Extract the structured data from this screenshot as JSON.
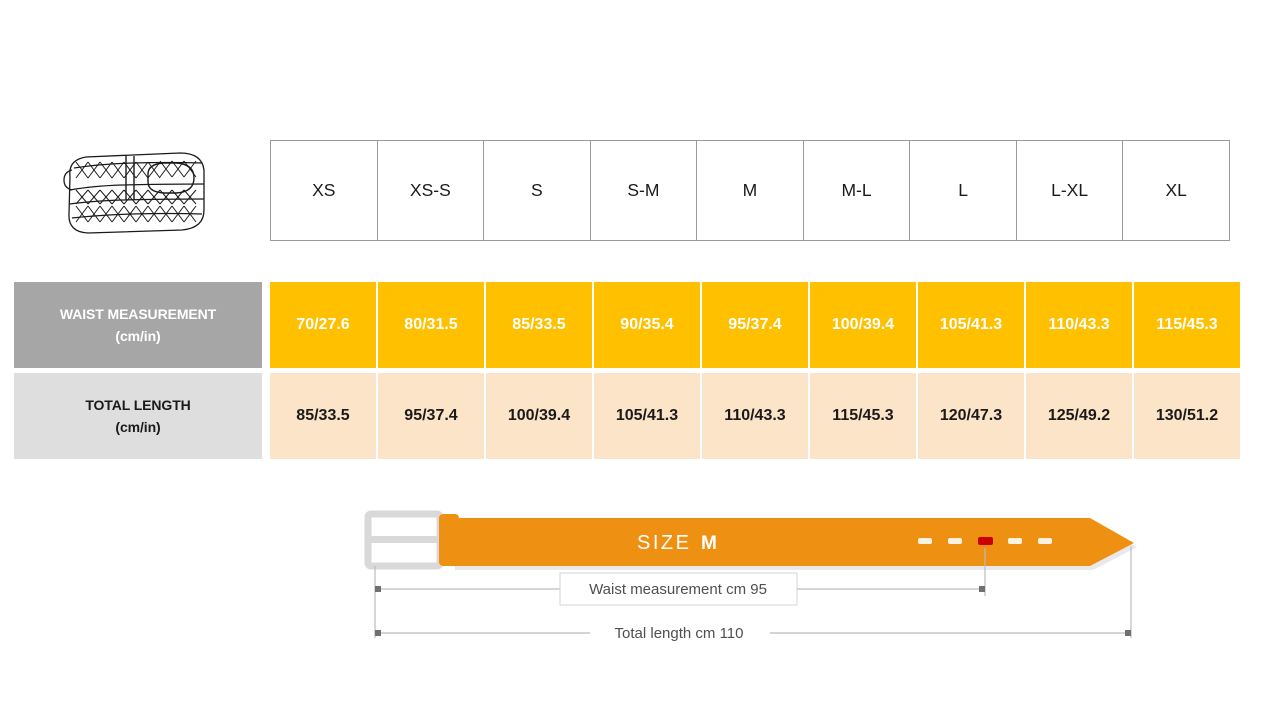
{
  "product": {
    "icon_name": "braided-belt-illustration"
  },
  "size_table": {
    "sizes": [
      "XS",
      "XS-S",
      "S",
      "S-M",
      "M",
      "M-L",
      "L",
      "L-XL",
      "XL"
    ],
    "rows": [
      {
        "label_line1": "WAIST MEASUREMENT",
        "label_line2": "(cm/in)",
        "values": [
          "70/27.6",
          "80/31.5",
          "85/33.5",
          "90/35.4",
          "95/37.4",
          "100/39.4",
          "105/41.3",
          "110/43.3",
          "115/45.3"
        ]
      },
      {
        "label_line1": "TOTAL LENGTH",
        "label_line2": "(cm/in)",
        "values": [
          "85/33.5",
          "95/37.4",
          "100/39.4",
          "105/41.3",
          "110/43.3",
          "115/45.3",
          "120/47.3",
          "125/49.2",
          "130/51.2"
        ]
      }
    ]
  },
  "diagram": {
    "size_prefix": "SIZE",
    "size_value": "M",
    "waist_label": "Waist measurement cm 95",
    "total_label": "Total length cm 110",
    "hole_count": 5,
    "highlighted_hole_index": 2
  },
  "colors": {
    "belt_orange": "#ee9012",
    "waist_row_bg": "#ffc000",
    "waist_label_bg": "#a6a6a6",
    "length_row_bg": "#fce4c8",
    "length_label_bg": "#dedede",
    "buckle_gray": "#d9d9d9",
    "highlight_red": "#cc0000",
    "table_border": "#9a9a9a"
  }
}
